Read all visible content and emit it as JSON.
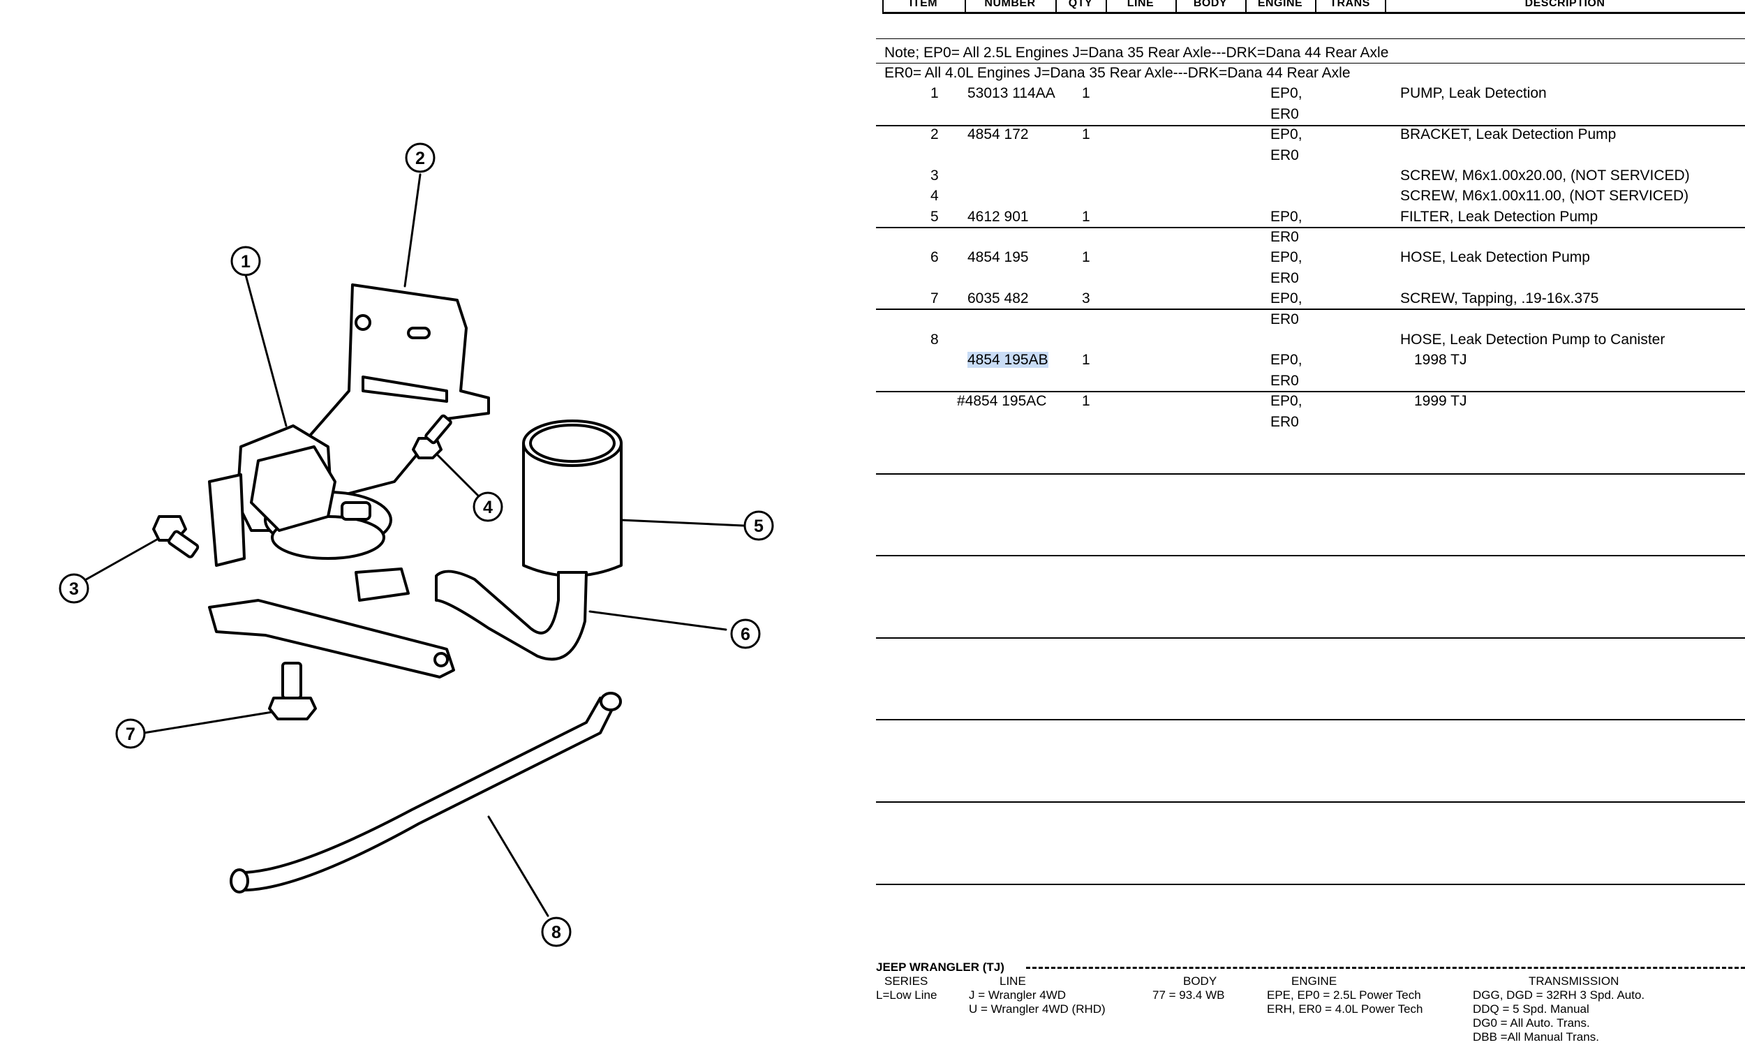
{
  "header": {
    "columns": [
      "ITEM",
      "NUMBER",
      "QTY",
      "LINE",
      "BODY",
      "ENGINE",
      "TRANS",
      "DESCRIPTION"
    ]
  },
  "notes": [
    "Note; EP0= All 2.5L Engines J=Dana 35 Rear Axle---DRK=Dana 44 Rear Axle",
    "ER0= All 4.0L Engines J=Dana 35 Rear Axle---DRK=Dana 44 Rear Axle"
  ],
  "rows": [
    {
      "item": "1",
      "number": "53013 114AA",
      "qty": "1",
      "engine": [
        "EP0,",
        "ER0"
      ],
      "description": "PUMP, Leak Detection"
    },
    {
      "item": "2",
      "number": "4854 172",
      "qty": "1",
      "engine": [
        "EP0,",
        "ER0"
      ],
      "description": "BRACKET, Leak Detection Pump"
    },
    {
      "item": "3",
      "number": "",
      "qty": "",
      "engine": [],
      "description": "SCREW, M6x1.00x20.00, (NOT SERVICED)"
    },
    {
      "item": "4",
      "number": "",
      "qty": "",
      "engine": [],
      "description": "SCREW, M6x1.00x11.00, (NOT SERVICED)"
    },
    {
      "item": "5",
      "number": "4612 901",
      "qty": "1",
      "engine": [
        "EP0,",
        "ER0"
      ],
      "description": "FILTER, Leak Detection Pump"
    },
    {
      "item": "6",
      "number": "4854 195",
      "qty": "1",
      "engine": [
        "EP0,",
        "ER0"
      ],
      "description": "HOSE, Leak Detection Pump"
    },
    {
      "item": "7",
      "number": "6035 482",
      "qty": "3",
      "engine": [
        "EP0,",
        "ER0"
      ],
      "description": "SCREW, Tapping, .19-16x.375"
    },
    {
      "item": "8",
      "number": "",
      "qty": "",
      "engine": [],
      "description": "HOSE, Leak Detection Pump to Canister"
    },
    {
      "item": "",
      "number": "4854 195AB",
      "qty": "1",
      "engine": [
        "EP0,",
        "ER0"
      ],
      "description": "1998 TJ"
    },
    {
      "item": "",
      "number": "#4854 195AC",
      "qty": "1",
      "engine": [
        "EP0,",
        "ER0"
      ],
      "description": "1999 TJ"
    }
  ],
  "diagram": {
    "callouts": [
      "1",
      "2",
      "3",
      "4",
      "5",
      "6",
      "7",
      "8"
    ]
  },
  "legend": {
    "title": "JEEP WRANGLER (TJ)",
    "series": {
      "heading": "SERIES",
      "lines": [
        "L=Low Line"
      ]
    },
    "line": {
      "heading": "LINE",
      "lines": [
        "J = Wrangler 4WD",
        "U = Wrangler 4WD (RHD)"
      ]
    },
    "body": {
      "heading": "BODY",
      "lines": [
        "77 = 93.4 WB"
      ]
    },
    "engine": {
      "heading": "ENGINE",
      "lines": [
        "EPE, EP0 = 2.5L Power Tech",
        "ERH, ER0 = 4.0L Power Tech"
      ]
    },
    "transmission": {
      "heading": "TRANSMISSION",
      "lines": [
        "DGG, DGD = 32RH 3 Spd. Auto.",
        "DDQ = 5 Spd. Manual",
        "DG0 = All Auto. Trans.",
        "DBB =All Manual Trans."
      ]
    }
  },
  "highlight_color": "#c9dcf5"
}
